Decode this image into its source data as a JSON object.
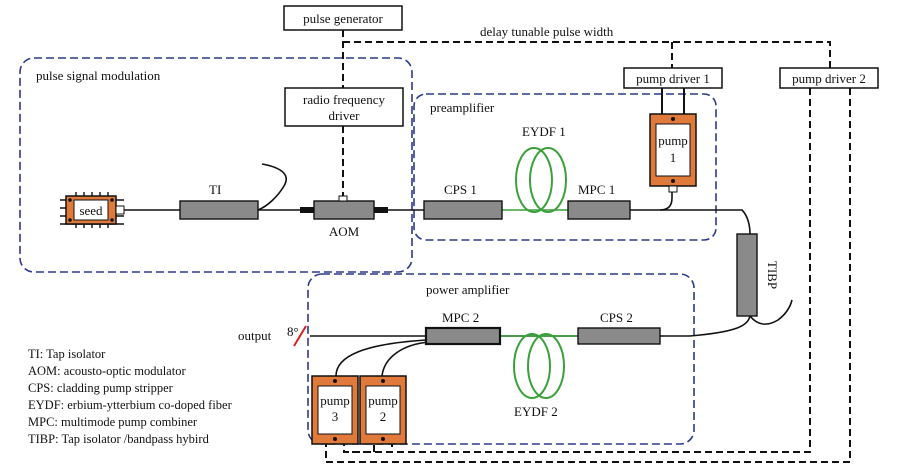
{
  "diagram": {
    "boxes": {
      "pulse_generator": "pulse generator",
      "rf_driver_line1": "radio frequency",
      "rf_driver_line2": "driver",
      "pump_driver_1": "pump driver 1",
      "pump_driver_2": "pump driver 2"
    },
    "regions": {
      "pulse_signal_modulation": "pulse signal modulation",
      "preamplifier": "preamplifier",
      "power_amplifier": "power amplifier"
    },
    "delay_label": "delay tunable pulse width",
    "components": {
      "seed": "seed",
      "ti": "TI",
      "aom": "AOM",
      "cps1": "CPS 1",
      "eydf1": "EYDF 1",
      "mpc1": "MPC 1",
      "pump1_line1": "pump",
      "pump1_line2": "1",
      "tibp": "TIBP",
      "mpc2": "MPC 2",
      "cps2": "CPS 2",
      "eydf2": "EYDF 2",
      "pump3_line1": "pump",
      "pump3_line2": "3",
      "pump2_line1": "pump",
      "pump2_line2": "2",
      "output": "output",
      "angle": "8°"
    },
    "legend": [
      "TI: Tap isolator",
      "AOM: acousto-optic modulator",
      "CPS: cladding pump stripper",
      "EYDF: erbium-ytterbium co-doped fiber",
      "MPC: multimode pump combiner",
      "TIBP: Tap isolator /bandpass hybird"
    ],
    "colors": {
      "region_border": "#2b3a8c",
      "fiber": "#111111",
      "doped_fiber": "#3aa13a",
      "component_fill": "#8a8a8a",
      "pump_fill": "#e07a3a",
      "output_mark": "#d42020"
    }
  }
}
